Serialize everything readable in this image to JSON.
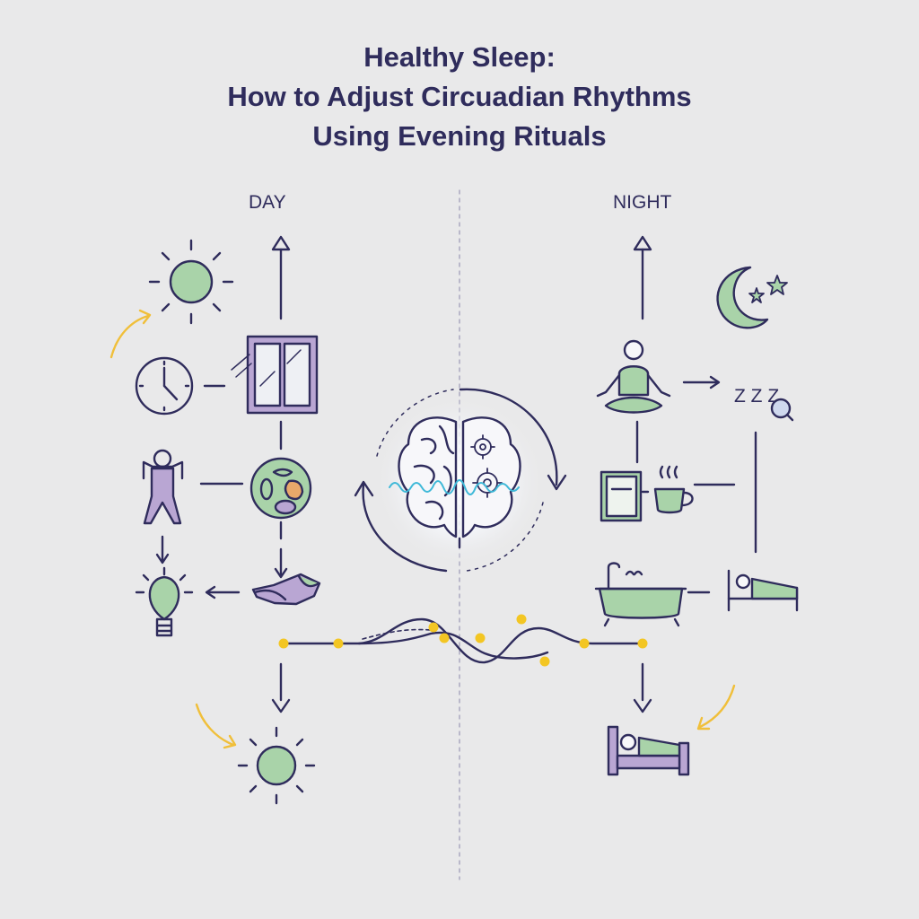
{
  "title": {
    "line1": "Healthy Sleep:",
    "line2": "How to Adjust Circuadian Rhythms",
    "line3": "Using Evening Rituals"
  },
  "labels": {
    "day": "DAY",
    "night": "NIGHT",
    "zzz": "Z Z Z"
  },
  "colors": {
    "background": "#e9e9ea",
    "line": "#2f2c5c",
    "green_fill": "#a9d3a9",
    "purple_fill": "#b9a6d3",
    "yellow_dot": "#f3c623",
    "orange_arrow": "#f0bf3a",
    "wave": "#3fb9d8"
  },
  "icons": [
    "sun-icon",
    "clock-icon",
    "window-icon",
    "person-exercise-icon",
    "food-plate-icon",
    "light-bulb-icon",
    "hand-icon",
    "brain-icon",
    "gear-icon",
    "moon-stars-icon",
    "meditation-icon",
    "sleep-zzz-icon",
    "book-icon",
    "tea-cup-icon",
    "bathtub-icon",
    "bed-icon"
  ]
}
